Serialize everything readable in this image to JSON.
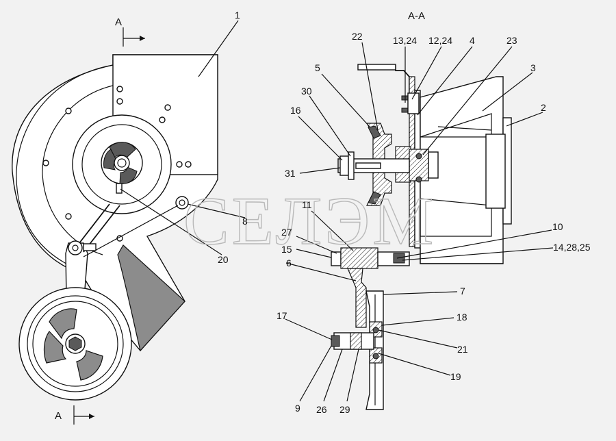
{
  "section_marker": "A",
  "section_title": "A-A",
  "watermark": "СЕЛЭМ",
  "callouts": {
    "c1": "1",
    "c2": "2",
    "c3": "3",
    "c4": "4",
    "c5": "5",
    "c6": "6",
    "c7": "7",
    "c8": "8",
    "c9": "9",
    "c10": "10",
    "c11": "11",
    "c12_24": "12,24",
    "c13_24": "13,24",
    "c14_28_25": "14,28,25",
    "c15": "15",
    "c16": "16",
    "c17": "17",
    "c18": "18",
    "c19": "19",
    "c20": "20",
    "c21": "21",
    "c22": "22",
    "c23": "23",
    "c26": "26",
    "c27": "27",
    "c29": "29",
    "c30": "30",
    "c31": "31"
  }
}
